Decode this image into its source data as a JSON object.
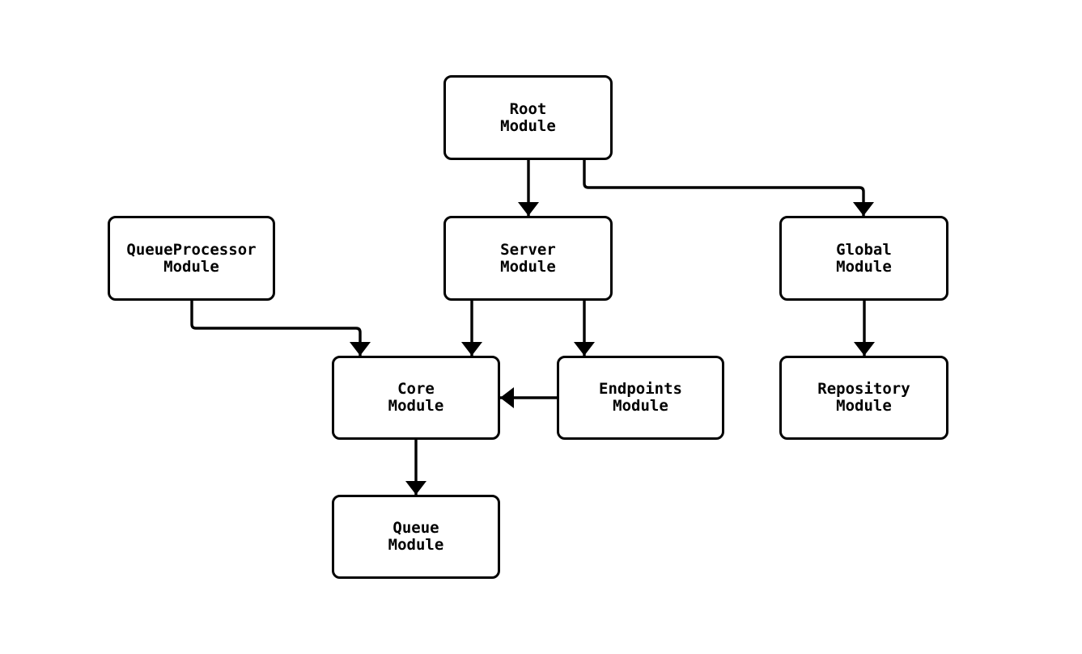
{
  "diagram": {
    "background_color": "#ffffff",
    "node_fill_color": "#ffffff",
    "stroke_color": "#000000",
    "text_color": "#000000",
    "nodes": [
      {
        "id": "root",
        "line1": "Root",
        "line2": "Module"
      },
      {
        "id": "server",
        "line1": "Server",
        "line2": "Module"
      },
      {
        "id": "queueprocessor",
        "line1": "QueueProcessor",
        "line2": "Module"
      },
      {
        "id": "global",
        "line1": "Global",
        "line2": "Module"
      },
      {
        "id": "core",
        "line1": "Core",
        "line2": "Module"
      },
      {
        "id": "endpoints",
        "line1": "Endpoints",
        "line2": "Module"
      },
      {
        "id": "repository",
        "line1": "Repository",
        "line2": "Module"
      },
      {
        "id": "queue",
        "line1": "Queue",
        "line2": "Module"
      }
    ],
    "edges": [
      {
        "from": "Root Module",
        "to": "Server Module"
      },
      {
        "from": "Root Module",
        "to": "Global Module"
      },
      {
        "from": "QueueProcessor Module",
        "to": "Core Module"
      },
      {
        "from": "Server Module",
        "to": "Core Module"
      },
      {
        "from": "Server Module",
        "to": "Endpoints Module"
      },
      {
        "from": "Endpoints Module",
        "to": "Core Module"
      },
      {
        "from": "Global Module",
        "to": "Repository Module"
      },
      {
        "from": "Core Module",
        "to": "Queue Module"
      }
    ]
  }
}
